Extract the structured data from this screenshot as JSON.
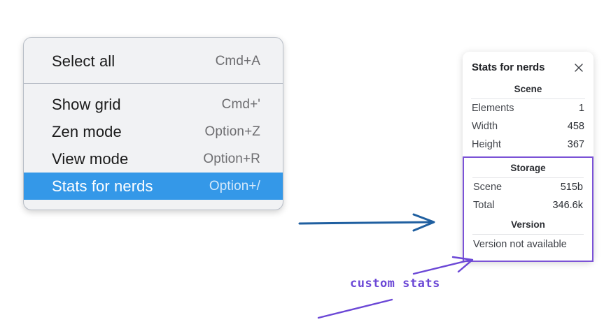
{
  "context_menu": {
    "sections": [
      {
        "items": [
          {
            "label": "Select all",
            "shortcut": "Cmd+A",
            "highlighted": false
          }
        ]
      },
      {
        "items": [
          {
            "label": "Show grid",
            "shortcut": "Cmd+'",
            "highlighted": false
          },
          {
            "label": "Zen mode",
            "shortcut": "Option+Z",
            "highlighted": false
          },
          {
            "label": "View mode",
            "shortcut": "Option+R",
            "highlighted": false
          },
          {
            "label": "Stats for nerds",
            "shortcut": "Option+/",
            "highlighted": true
          }
        ]
      }
    ],
    "highlight_color": "#3498e8",
    "background_color": "#f1f2f4"
  },
  "stats_panel": {
    "title": "Stats for nerds",
    "close_icon": "close-icon",
    "sections": [
      {
        "heading": "Scene",
        "rows": [
          {
            "key": "Elements",
            "value": "1"
          },
          {
            "key": "Width",
            "value": "458"
          },
          {
            "key": "Height",
            "value": "367"
          }
        ]
      },
      {
        "heading": "Storage",
        "rows": [
          {
            "key": "Scene",
            "value": "515b"
          },
          {
            "key": "Total",
            "value": "346.6k"
          }
        ]
      },
      {
        "heading": "Version",
        "note": "Version not available"
      }
    ],
    "highlight_box_color": "#7b52d6"
  },
  "annotations": {
    "callout_text": "custom stats",
    "callout_color": "#6b47d6",
    "flow_arrow_color": "#1f5fa0"
  }
}
